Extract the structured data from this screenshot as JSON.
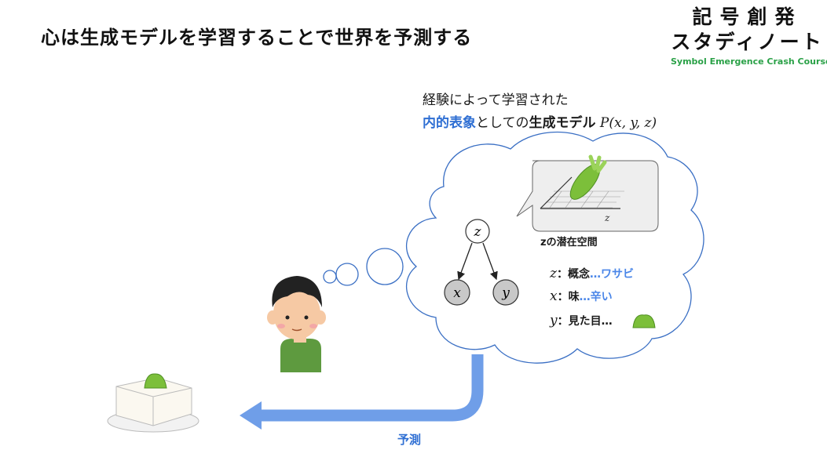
{
  "title": "心は生成モデルを学習することで世界を予測する",
  "logo": {
    "line1": "記号創発",
    "line2": "スタディノート",
    "line3": "Symbol Emergence Crash Course"
  },
  "caption": {
    "line1": "経験によって学習された",
    "blue": "内的表象",
    "mid": "としての",
    "bold": "生成モデル",
    "math": "P(x, y, z)"
  },
  "graph": {
    "nodes": [
      "z",
      "x",
      "y"
    ],
    "edges": [
      [
        "z",
        "x"
      ],
      [
        "z",
        "y"
      ]
    ],
    "axis_label": "z",
    "latent_label": "zの潜在空間"
  },
  "legend": [
    {
      "var": "z",
      "label": "：概念",
      "value": "…ワサビ"
    },
    {
      "var": "x",
      "label": "：味",
      "value": "…辛い"
    },
    {
      "var": "y",
      "label": "：見た目…",
      "value": ""
    }
  ],
  "arrow_label": "予測",
  "colors": {
    "cloud_stroke": "#3a6fc4",
    "arrow": "#6f9ee8",
    "highlight": "#2f6fd3",
    "wasabi": "#7cbf3a",
    "logo_green": "#2aa147",
    "node_fill": "#c8c8c8"
  }
}
